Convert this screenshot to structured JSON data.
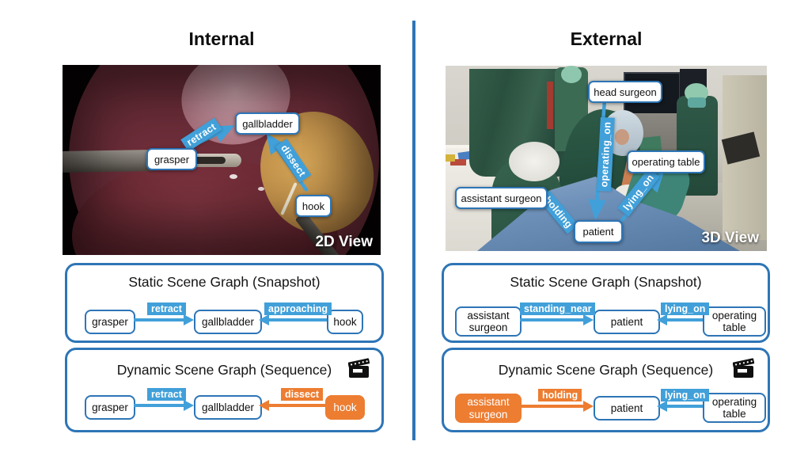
{
  "colors": {
    "node_border_blue": "#2E75B6",
    "relation_blue": "#41A0D9",
    "relation_orange": "#ED7D31",
    "divider_blue": "#2E75B6"
  },
  "internal": {
    "title": "Internal",
    "view_tag": "2D View",
    "photo": {
      "grasper": "grasper",
      "gallbladder": "gallbladder",
      "hook": "hook",
      "retract": "retract",
      "dissect": "dissect"
    },
    "static_graph": {
      "title": "Static Scene Graph (Snapshot)",
      "node1": "grasper",
      "node2": "gallbladder",
      "node3": "hook",
      "edge1": "retract",
      "edge2": "approaching"
    },
    "dynamic_graph": {
      "title": "Dynamic Scene Graph (Sequence)",
      "node1": "grasper",
      "node2": "gallbladder",
      "node3": "hook",
      "edge1": "retract",
      "edge2": "dissect"
    }
  },
  "external": {
    "title": "External",
    "view_tag": "3D View",
    "photo": {
      "head_surgeon": "head surgeon",
      "operating_table": "operating table",
      "assistant_surgeon": "assistant surgeon",
      "patient": "patient",
      "operating_on": "operating_on",
      "holding": "holding",
      "lying_on": "lying_on"
    },
    "static_graph": {
      "title": "Static Scene Graph (Snapshot)",
      "node1": "assistant surgeon",
      "node2": "patient",
      "node3": "operating table",
      "edge1": "standing_near",
      "edge2": "lying_on"
    },
    "dynamic_graph": {
      "title": "Dynamic Scene Graph (Sequence)",
      "node1": "assistant surgeon",
      "node2": "patient",
      "node3": "operating table",
      "edge1": "holding",
      "edge2": "lying_on"
    }
  }
}
